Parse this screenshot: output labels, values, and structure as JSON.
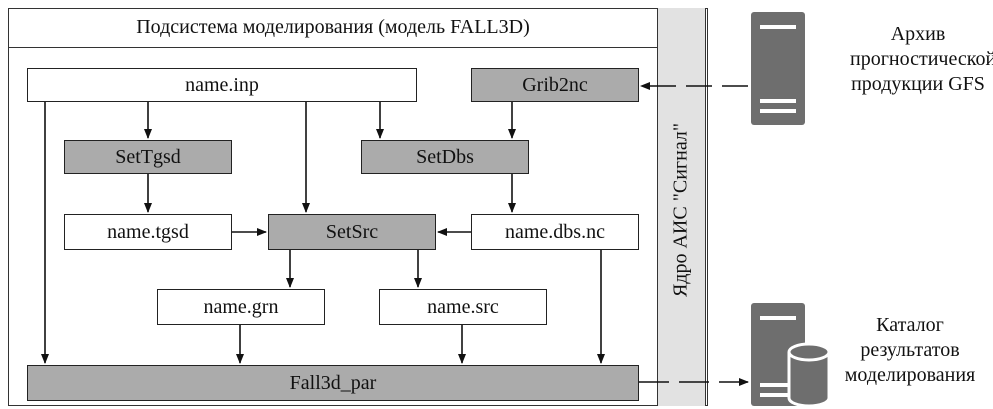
{
  "subsystem_title": "Подсистема моделирования (модель FALL3D)",
  "core_label": "Ядро АИС \"Сигнал\"",
  "nodes": {
    "name_inp": "name.inp",
    "grib2nc": "Grib2nc",
    "settgsd": "SetTgsd",
    "setdbs": "SetDbs",
    "name_tgsd": "name.tgsd",
    "setsrc": "SetSrc",
    "name_dbs_nc": "name.dbs.nc",
    "name_grn": "name.grn",
    "name_src": "name.src",
    "fall3d_par": "Fall3d_par"
  },
  "archive_label": "Архив прогностической продукции GFS",
  "catalog_label": "Каталог результатов моделирования",
  "colors": {
    "process_fill": "#ababab",
    "file_fill": "#ffffff",
    "core_fill": "#e2e2e2",
    "server_fill": "#6e6e6e"
  }
}
